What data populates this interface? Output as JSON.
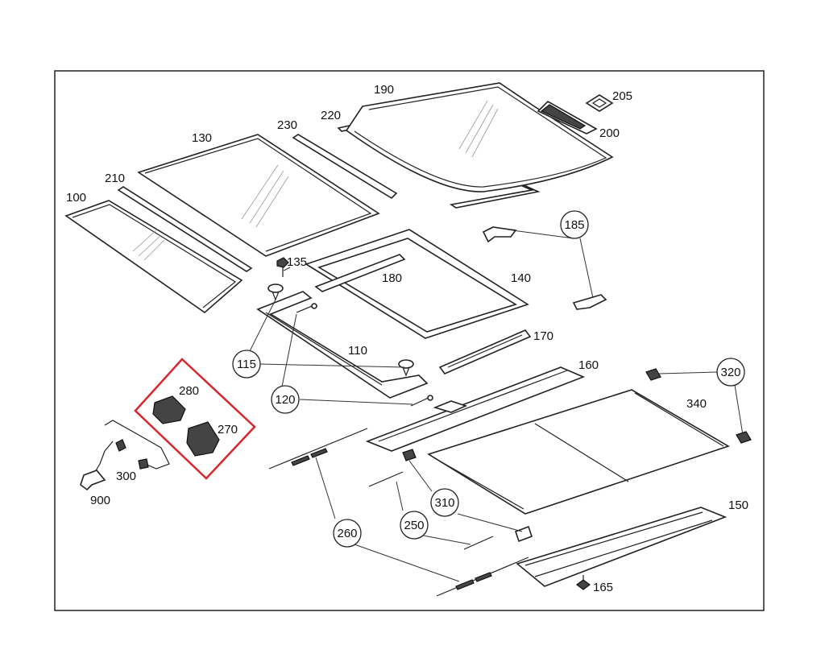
{
  "labels": {
    "p100": "100",
    "p110": "110",
    "p115": "115",
    "p120": "120",
    "p130": "130",
    "p135": "135",
    "p140": "140",
    "p150": "150",
    "p160": "160",
    "p165": "165",
    "p170": "170",
    "p180": "180",
    "p185": "185",
    "p190": "190",
    "p200": "200",
    "p205": "205",
    "p210": "210",
    "p220": "220",
    "p230": "230",
    "p250": "250",
    "p260": "260",
    "p270": "270",
    "p280": "280",
    "p300": "300",
    "p310": "310",
    "p320": "320",
    "p340": "340",
    "p900": "900"
  },
  "colors": {
    "highlight_box": "#d9262c",
    "line": "#222222",
    "background": "#ffffff"
  }
}
